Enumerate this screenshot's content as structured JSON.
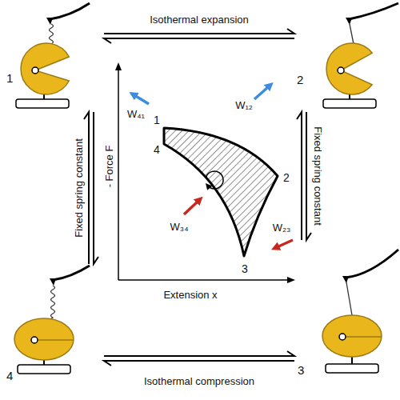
{
  "diagram": {
    "nodes": [
      {
        "text": [
          "1"
        ]
      },
      {
        "text": [
          "2"
        ]
      },
      {
        "text": [
          "4"
        ]
      },
      {
        "text": [
          "3"
        ]
      }
    ],
    "edges": [
      {
        "from": 0,
        "to": 1,
        "arrow": "both",
        "label": "Isothermal expansion"
      },
      {
        "from": 1,
        "to": 3,
        "arrow": "both",
        "label": "Fixed spring constant"
      },
      {
        "from": 2,
        "to": 3,
        "arrow": "both",
        "label": "Isothermal compression"
      },
      {
        "from": 0,
        "to": 2,
        "arrow": "both",
        "label": "Fixed spring constant"
      }
    ],
    "labels": [
      "- Force F",
      "Extension x",
      "1",
      "4",
      "2",
      "3",
      "W₄₁",
      "W₁₂",
      "W₃₄",
      "W₂₃"
    ]
  }
}
